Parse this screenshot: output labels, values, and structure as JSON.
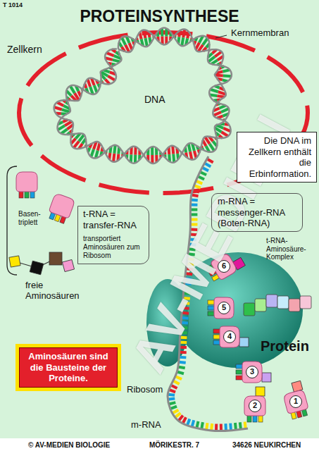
{
  "diagram": {
    "title": "PROTEINSYNTHESE",
    "nodes": [
      {
        "text": [
          "Die DNA im Zellkern enthält die Erbinformation."
        ]
      },
      {
        "text": [
          "m-RNA = messenger-RNA (Boten-RNA)"
        ]
      },
      {
        "text": [
          "t-RNA = transfer-RNA",
          "transportiert Aminosäuren zum Ribosom"
        ]
      },
      {
        "text": [
          "6"
        ]
      },
      {
        "text": [
          "5"
        ]
      },
      {
        "text": [
          "4"
        ]
      },
      {
        "text": [
          "Aminosäuren sind die Bausteine der Proteine."
        ]
      },
      {
        "text": [
          "3"
        ]
      },
      {
        "text": [
          "1"
        ]
      },
      {
        "text": [
          "2"
        ]
      }
    ],
    "labels": [
      "T 1014",
      "Zellkern",
      "Kernmembran",
      "DNA",
      "Basen-triplett",
      "freie Aminosäuren",
      "t-RNA-Aminosäure-Komplex",
      "Protein",
      "Ribosom",
      "m-RNA",
      "© AV-MEDIEN BIOLOGIE",
      "MÖRIKESTR. 7",
      "34626 NEUKIRCHEN",
      "AV-MEDIEN"
    ]
  }
}
